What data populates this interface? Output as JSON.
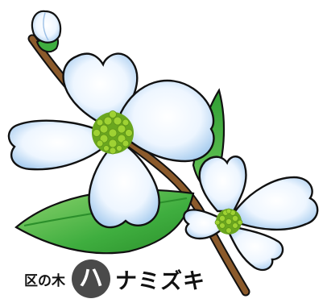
{
  "caption": {
    "prefix": "区の木",
    "badge_char": "ハ",
    "name": "ナミズキ"
  },
  "colors": {
    "petal": "#f4f9ff",
    "petal_shade": "#b9d8f2",
    "leaf": "#3fae3f",
    "leaf_light": "#8fd46f",
    "branch": "#8b5a2b",
    "center": "#9fd233",
    "center_dark": "#6aa61f",
    "bud": "#e8f2ff",
    "badge": "#4a4a4a",
    "outline": "#111111"
  },
  "icons": [
    "dogwood-flower-illustration"
  ]
}
